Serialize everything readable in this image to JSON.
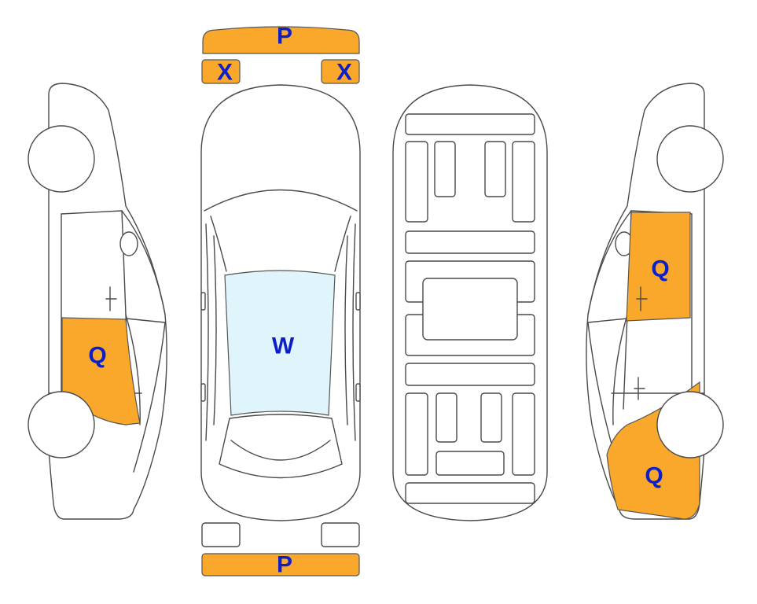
{
  "colors": {
    "damaged": "#f9a82c",
    "glass": "#dff5fb",
    "label": "#0d1fc9",
    "outline": "#4a4a4a"
  },
  "labels": {
    "front_bumper": "P",
    "rear_bumper": "P",
    "left_headlight": "X",
    "right_headlight": "X",
    "windshield": "W",
    "left_rear_door": "Q",
    "right_front_door": "Q",
    "right_rear_quarter": "Q"
  }
}
